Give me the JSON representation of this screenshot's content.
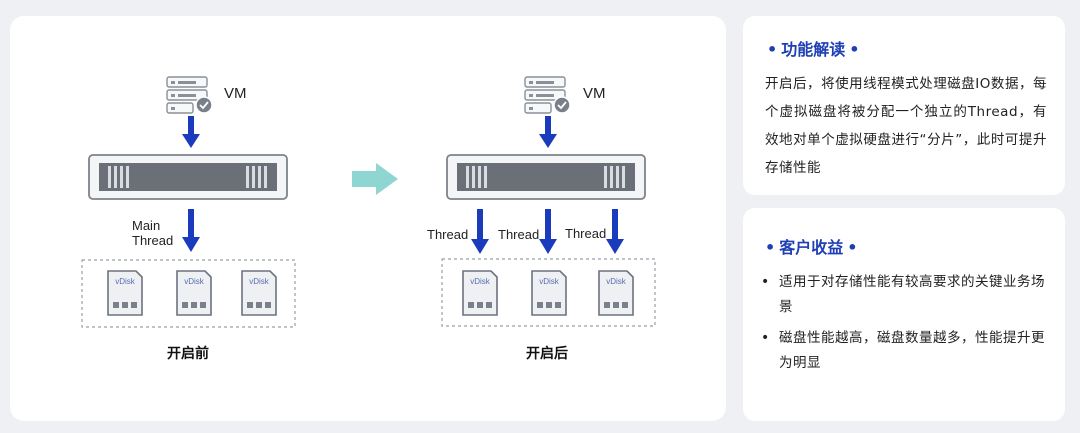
{
  "diagram": {
    "before": {
      "vm_label": "VM",
      "thread_label": "Main\nThread",
      "disks": [
        "vDisk",
        "vDisk",
        "vDisk"
      ],
      "caption": "开启前"
    },
    "after": {
      "vm_label": "VM",
      "thread_labels": [
        "Thread",
        "Thread",
        "Thread"
      ],
      "disks": [
        "vDisk",
        "vDisk",
        "vDisk"
      ],
      "caption": "开启后"
    }
  },
  "feature_card": {
    "title": "功能解读",
    "body": "开启后，将使用线程模式处理磁盘IO数据，每个虚拟磁盘将被分配一个独立的Thread，有效地对单个虚拟硬盘进行“分片”，此时可提升存储性能"
  },
  "benefit_card": {
    "title": "客户收益",
    "items": [
      "适用于对存储性能有较高要求的关键业务场景",
      "磁盘性能越高，磁盘数量越多，性能提升更为明显"
    ]
  },
  "colors": {
    "title_blue": "#1f3fb5",
    "arrow_blue": "#1b3bbd",
    "transition_arrow": "#8fd6d2",
    "panel_bg": "#ffffff",
    "page_bg": "#eef0f3"
  }
}
